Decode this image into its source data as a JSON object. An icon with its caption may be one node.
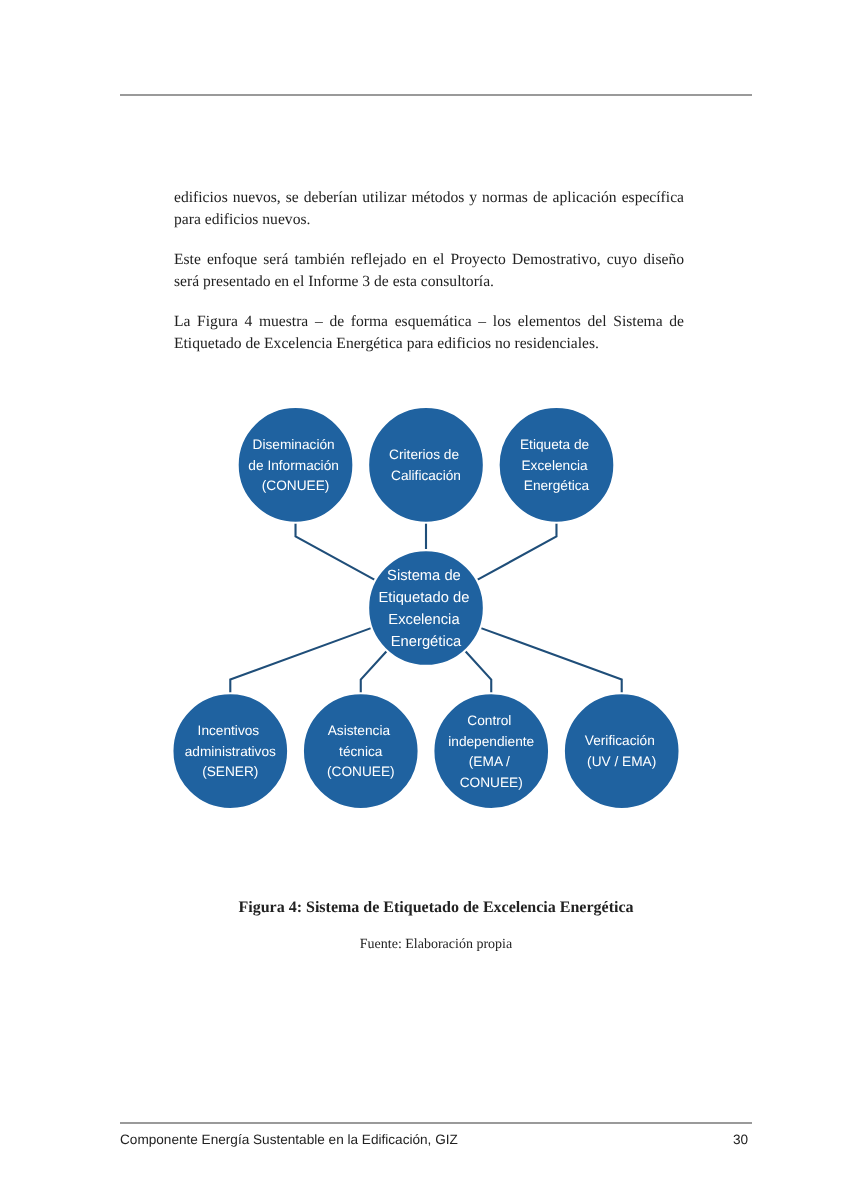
{
  "diagram": {
    "caption": "Figura 4: Sistema de Etiquetado de Excelencia Energética",
    "nodes": [
      {
        "text": [
          "Sistema de Etiquetado de Excelencia Energética"
        ]
      },
      {
        "text": [
          "Criterios de Calificación"
        ]
      },
      {
        "text": [
          "Etiqueta de Excelencia Energética"
        ]
      },
      {
        "text": [
          "Verificación (UV / EMA)"
        ]
      },
      {
        "text": [
          "Control independiente",
          "(EMA / CONUEE)"
        ]
      },
      {
        "text": [
          "Asistencia técnica",
          "(CONUEE)"
        ]
      },
      {
        "text": [
          "Incentivos administrativos",
          "(SENER)"
        ]
      },
      {
        "text": [
          "Diseminación de Información (CONUEE)"
        ]
      }
    ],
    "edges": [
      {
        "from": 7,
        "to": 0,
        "arrow": "none"
      },
      {
        "from": 1,
        "to": 0,
        "arrow": "none"
      },
      {
        "from": 2,
        "to": 0,
        "arrow": "none"
      },
      {
        "from": 0,
        "to": 6,
        "arrow": "none"
      },
      {
        "from": 0,
        "to": 5,
        "arrow": "none"
      },
      {
        "from": 0,
        "to": 4,
        "arrow": "none"
      },
      {
        "from": 0,
        "to": 3,
        "arrow": "none"
      }
    ],
    "labels": [
      "edificios nuevos, se deberían utilizar métodos y normas de aplicación específica para edificios nuevos.",
      "Este enfoque será también reflejado en el Proyecto Demostrativo, cuyo diseño será presentado en el Informe 3 de esta consultoría.",
      "La Figura 4 muestra – de forma esquemática – los elementos del Sistema de Etiquetado de Excelencia Energética para edificios no residenciales.",
      "Fuente: Elaboración propia",
      "Componente Energía Sustentable en la Edificación, GIZ",
      "30"
    ]
  }
}
